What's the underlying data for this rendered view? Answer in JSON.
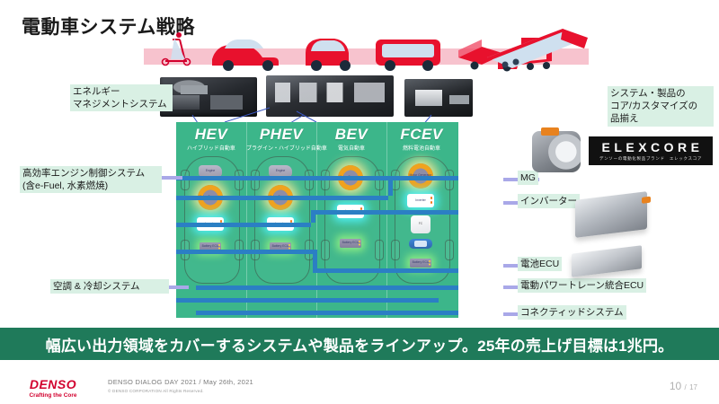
{
  "title": "電動車システム戦略",
  "theme": {
    "panel_green": "#3cb68a",
    "banner_green": "#1f7a5a",
    "label_green": "#d9f0e4",
    "lead_purple": "#a9a8e8",
    "busbar_blue": "#2b7fc4",
    "denso_red": "#d2002e",
    "band_pink": "#f7c3ce"
  },
  "vehicle_strip": {
    "items": [
      "kick-scooter",
      "sedan-car",
      "microcar",
      "minibus",
      "utility-truck",
      "box-truck",
      "trailer-truck"
    ]
  },
  "modules": {
    "items": [
      {
        "name": "module-photo-hev"
      },
      {
        "name": "module-photo-phev"
      },
      {
        "name": "module-photo-bev"
      }
    ]
  },
  "columns": [
    {
      "abbr": "HEV",
      "jp": "ハイブリッド自動車",
      "components": [
        {
          "name": "engine",
          "label": "Engine"
        },
        {
          "name": "motor-generator",
          "label": "Motor\nGenerator"
        },
        {
          "name": "inverter",
          "label": "Inverter"
        },
        {
          "name": "battery-ecu",
          "label": "Battery\nECU"
        }
      ]
    },
    {
      "abbr": "PHEV",
      "jp": "プラグイン・ハイブリッド自動車",
      "components": [
        {
          "name": "engine",
          "label": "Engine"
        },
        {
          "name": "motor-generator",
          "label": "Motor\nGenerator"
        },
        {
          "name": "inverter",
          "label": "Inverter"
        },
        {
          "name": "battery-ecu",
          "label": "Battery\nECU"
        }
      ]
    },
    {
      "abbr": "BEV",
      "jp": "電気自動車",
      "components": [
        {
          "name": "motor-generator",
          "label": "Motor\nGenerator"
        },
        {
          "name": "inverter",
          "label": "Inverter"
        },
        {
          "name": "battery-ecu",
          "label": "Battery\nECU"
        }
      ]
    },
    {
      "abbr": "FCEV",
      "jp": "燃料電池自動車",
      "components": [
        {
          "name": "motor-generator",
          "label": "Motor\nGenerator"
        },
        {
          "name": "inverter",
          "label": "Inverter"
        },
        {
          "name": "fuel-cell-stack",
          "label": "FC"
        },
        {
          "name": "hydrogen-tank",
          "label": ""
        },
        {
          "name": "battery-ecu",
          "label": "Battery\nECU"
        }
      ]
    }
  ],
  "left_labels": [
    {
      "name": "energy-management-system",
      "text": "エネルギー\nマネジメントシステム"
    },
    {
      "name": "high-efficiency-engine-control-system",
      "text": "高効率エンジン制御システム\n(含e-Fuel, 水素燃焼)"
    },
    {
      "name": "hvac-cooling-system",
      "text": "空調 & 冷却システム"
    }
  ],
  "right_labels": [
    {
      "name": "mg",
      "text": "MG"
    },
    {
      "name": "inverter",
      "text": "インバーター"
    },
    {
      "name": "battery-ecu",
      "text": "電池ECU"
    },
    {
      "name": "epowertrain-integrated-ecu",
      "text": "電動パワートレーン統合ECU"
    },
    {
      "name": "connected-system",
      "text": "コネクティッドシステム"
    }
  ],
  "callout": {
    "name": "system-product-core-customize",
    "text": "システム・製品の\nコア/カスタマイズの\n品揃え"
  },
  "elexcore": {
    "wordmark": "ELEXCORE",
    "subtitle": "デンソーの電動化製品ブランド　エレックスコア"
  },
  "banner": {
    "text": "幅広い出力領域をカバーするシステムや製品をラインアップ。25年の売上げ目標は1兆円。"
  },
  "footer": {
    "brand": "DENSO",
    "tagline": "Crafting the Core",
    "event": "DENSO DIALOG DAY 2021 / May 26th, 2021",
    "copyright": "© DENSO CORPORATION All Rights Reserved.",
    "page_current": "10",
    "page_separator": "/",
    "page_total": "17"
  }
}
